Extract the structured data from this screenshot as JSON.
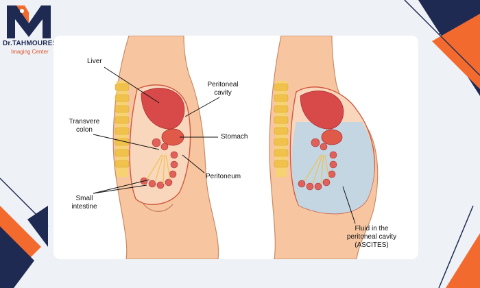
{
  "brand": {
    "name": "Dr.TAHMOURESI",
    "subtitle": "Imaging Center"
  },
  "labels": {
    "liver": "Liver",
    "peritoneal_cavity_1": "Peritoneal",
    "peritoneal_cavity_2": "cavity",
    "transverse_colon_1": "Transvere",
    "transverse_colon_2": "colon",
    "stomach": "Stomach",
    "peritoneum": "Peritoneum",
    "small_intestine_1": "Small",
    "small_intestine_2": "intestine",
    "fluid_1": "Fluid in the",
    "fluid_2": "peritoneal cavity",
    "fluid_3": "(ASCITES)"
  },
  "colors": {
    "navy": "#1e2a52",
    "orange": "#f26a2e",
    "skin": "#f7c6a0",
    "skin_outline": "#c98a64",
    "cavity": "#f9d7bd",
    "organ": "#d84a4a",
    "spine": "#f5d36b",
    "fluid": "#bcd6e6"
  }
}
